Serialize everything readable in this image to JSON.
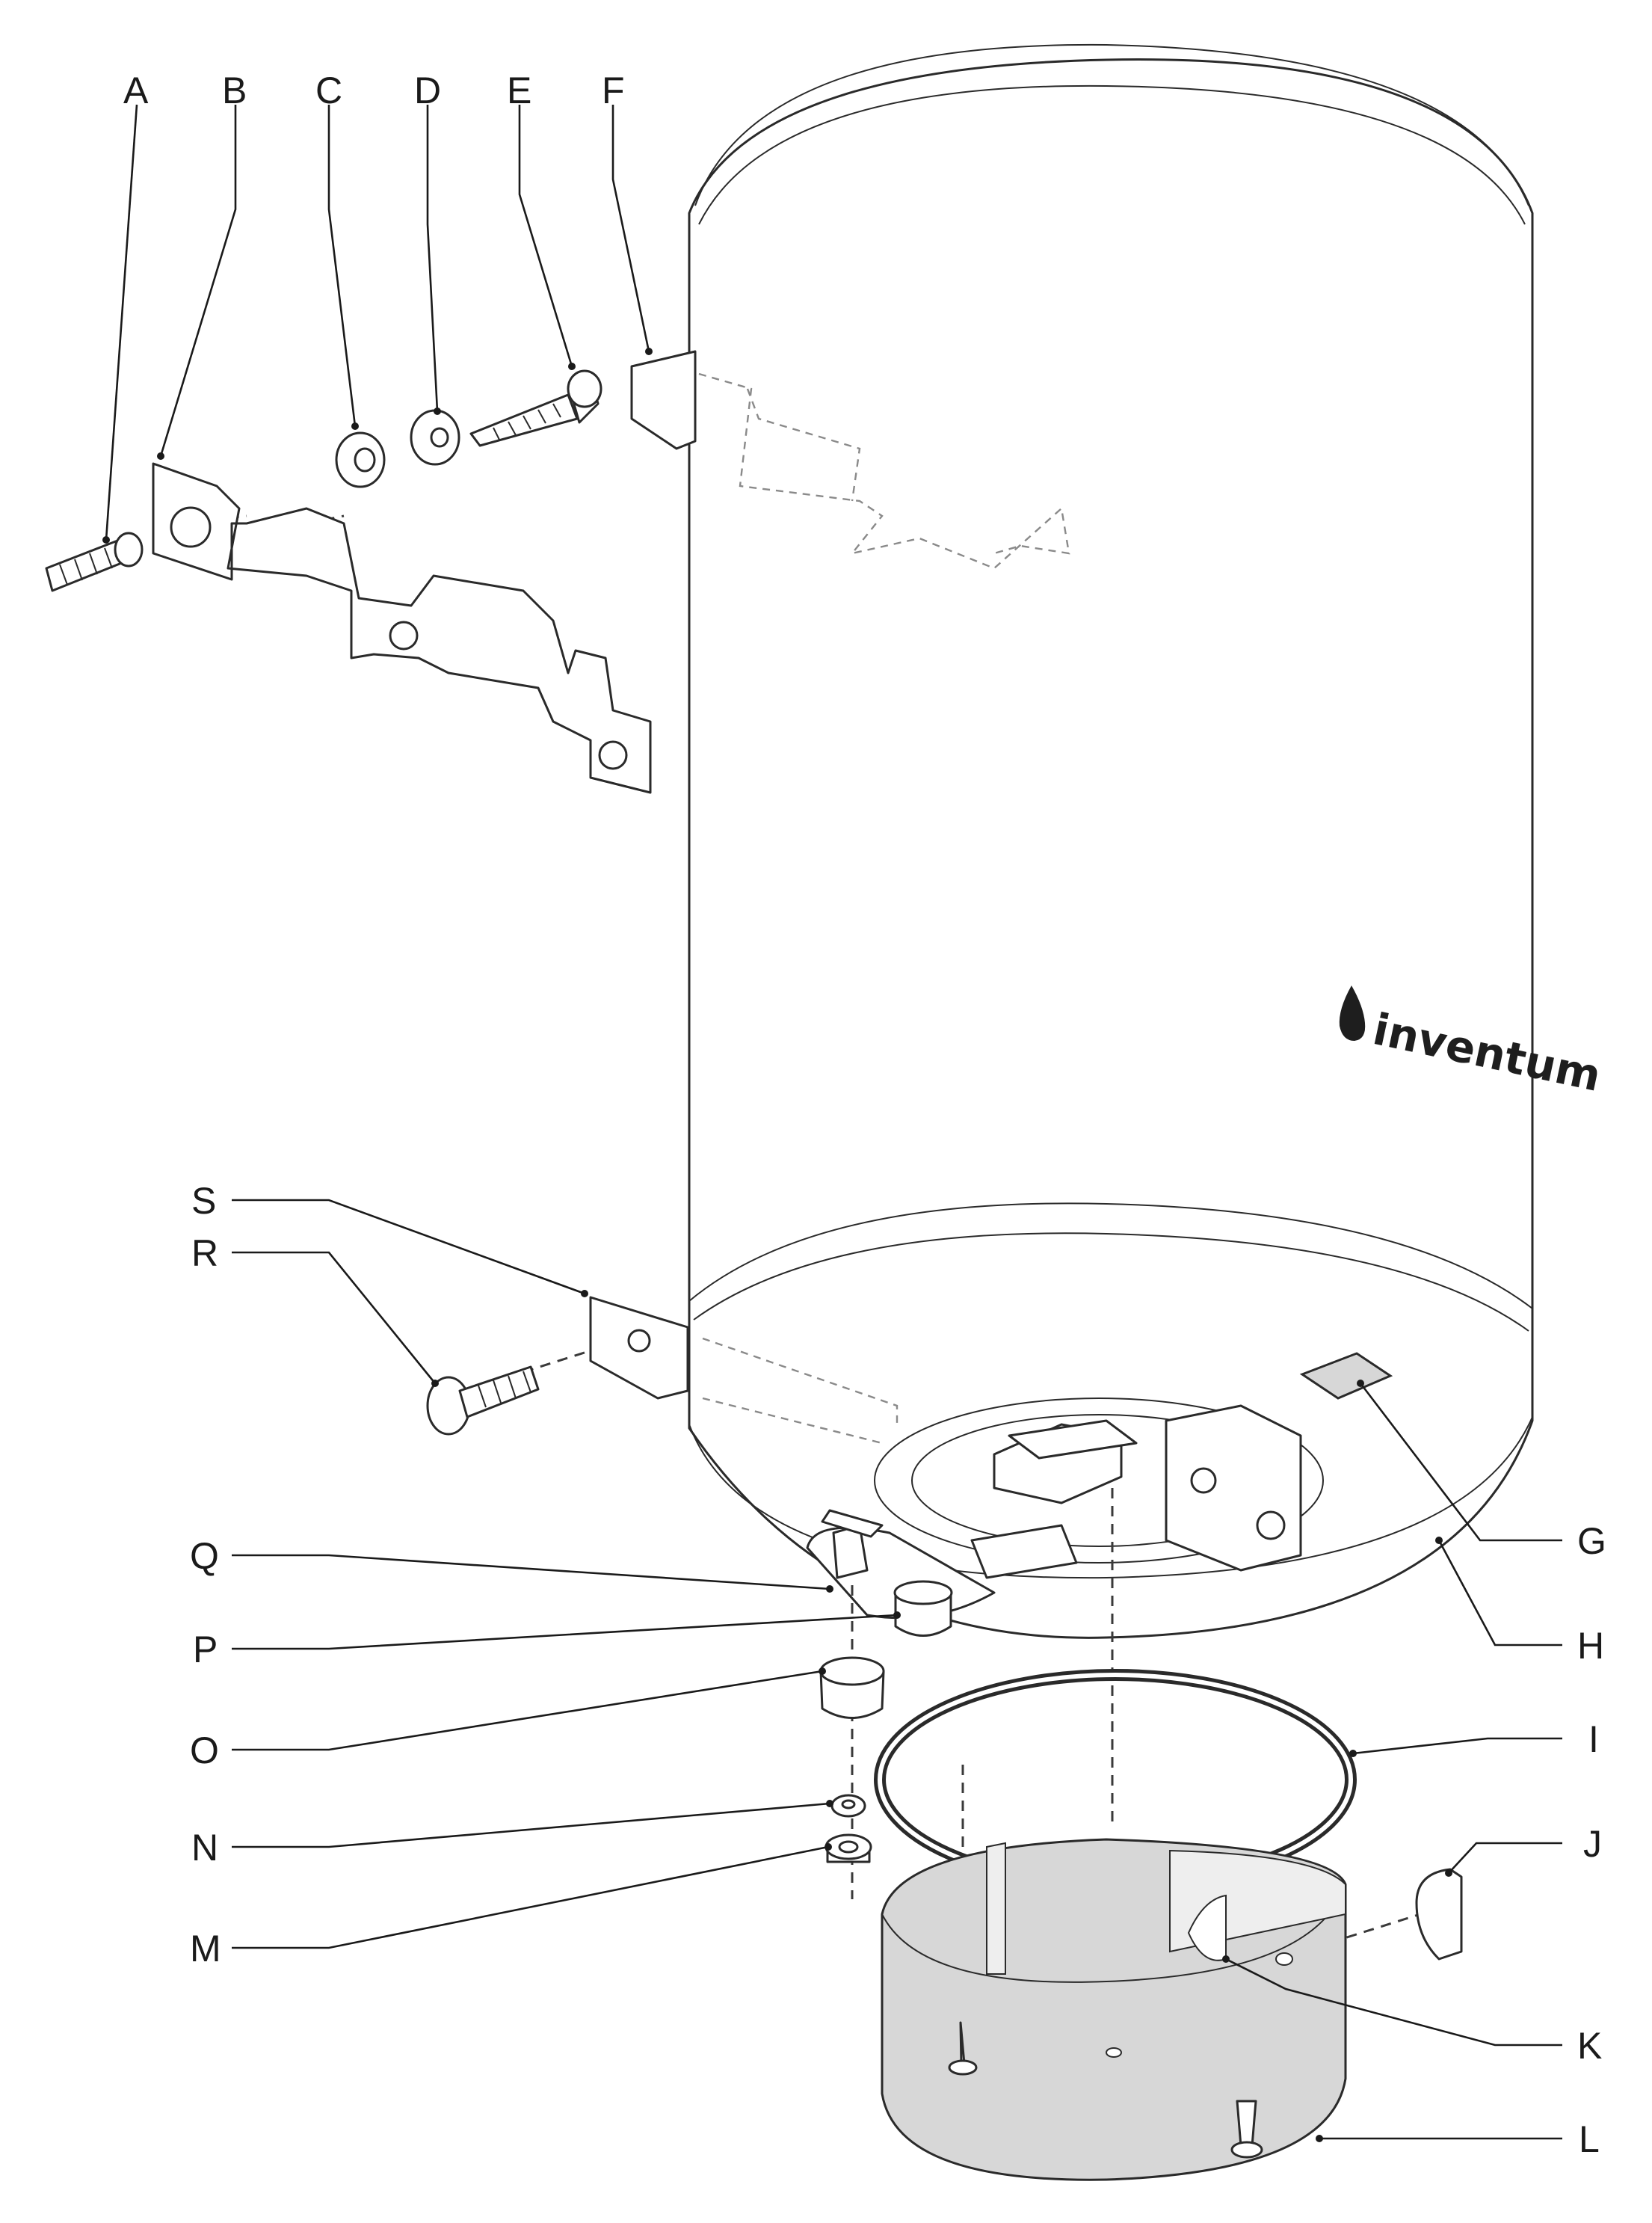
{
  "brand": {
    "text": "inventum"
  },
  "labels": [
    {
      "letter": "A"
    },
    {
      "letter": "B"
    },
    {
      "letter": "C"
    },
    {
      "letter": "D"
    },
    {
      "letter": "E"
    },
    {
      "letter": "F"
    },
    {
      "letter": "G"
    },
    {
      "letter": "H"
    },
    {
      "letter": "I"
    },
    {
      "letter": "J"
    },
    {
      "letter": "K"
    },
    {
      "letter": "L"
    },
    {
      "letter": "M"
    },
    {
      "letter": "N"
    },
    {
      "letter": "O"
    },
    {
      "letter": "P"
    },
    {
      "letter": "Q"
    },
    {
      "letter": "R"
    },
    {
      "letter": "S"
    }
  ],
  "colors": {
    "line": "#1a1a1a",
    "cover_fill": "#d7d7d7",
    "background": "#ffffff"
  }
}
